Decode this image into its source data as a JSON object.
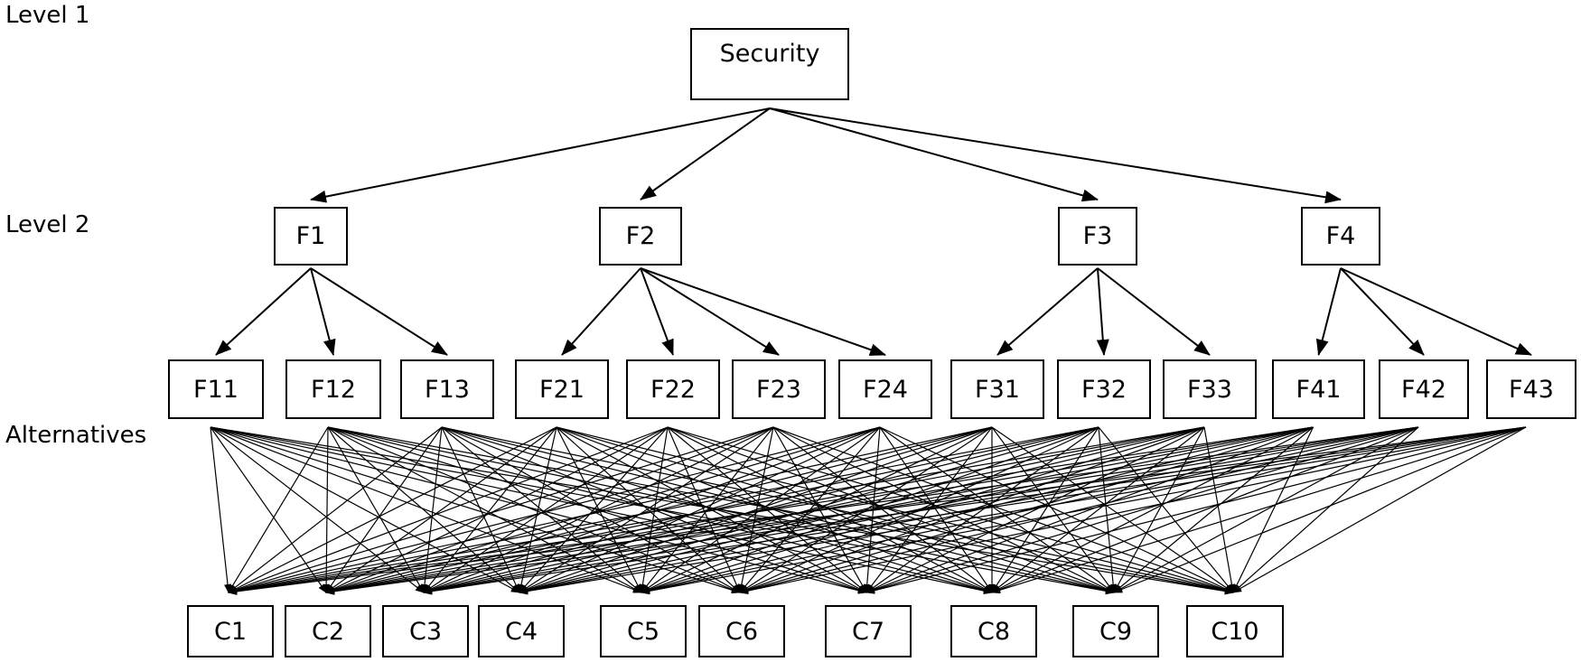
{
  "levels": {
    "level1": "Level 1",
    "level2": "Level 2",
    "alternatives": "Alternatives"
  },
  "root": {
    "id": "root",
    "label": "Security"
  },
  "factors": [
    {
      "id": "F1",
      "label": "F1",
      "children": [
        "F11",
        "F12",
        "F13"
      ]
    },
    {
      "id": "F2",
      "label": "F2",
      "children": [
        "F21",
        "F22",
        "F23",
        "F24"
      ]
    },
    {
      "id": "F3",
      "label": "F3",
      "children": [
        "F31",
        "F32",
        "F33"
      ]
    },
    {
      "id": "F4",
      "label": "F4",
      "children": [
        "F41",
        "F42",
        "F43"
      ]
    }
  ],
  "subfactors": [
    {
      "id": "F11",
      "label": "F11"
    },
    {
      "id": "F12",
      "label": "F12"
    },
    {
      "id": "F13",
      "label": "F13"
    },
    {
      "id": "F21",
      "label": "F21"
    },
    {
      "id": "F22",
      "label": "F22"
    },
    {
      "id": "F23",
      "label": "F23"
    },
    {
      "id": "F24",
      "label": "F24"
    },
    {
      "id": "F31",
      "label": "F31"
    },
    {
      "id": "F32",
      "label": "F32"
    },
    {
      "id": "F33",
      "label": "F33"
    },
    {
      "id": "F41",
      "label": "F41"
    },
    {
      "id": "F42",
      "label": "F42"
    },
    {
      "id": "F43",
      "label": "F43"
    }
  ],
  "alternatives": [
    {
      "id": "C1",
      "label": "C1"
    },
    {
      "id": "C2",
      "label": "C2"
    },
    {
      "id": "C3",
      "label": "C3"
    },
    {
      "id": "C4",
      "label": "C4"
    },
    {
      "id": "C5",
      "label": "C5"
    },
    {
      "id": "C6",
      "label": "C6"
    },
    {
      "id": "C7",
      "label": "C7"
    },
    {
      "id": "C8",
      "label": "C8"
    },
    {
      "id": "C9",
      "label": "C9"
    },
    {
      "id": "C10",
      "label": "C10"
    }
  ]
}
